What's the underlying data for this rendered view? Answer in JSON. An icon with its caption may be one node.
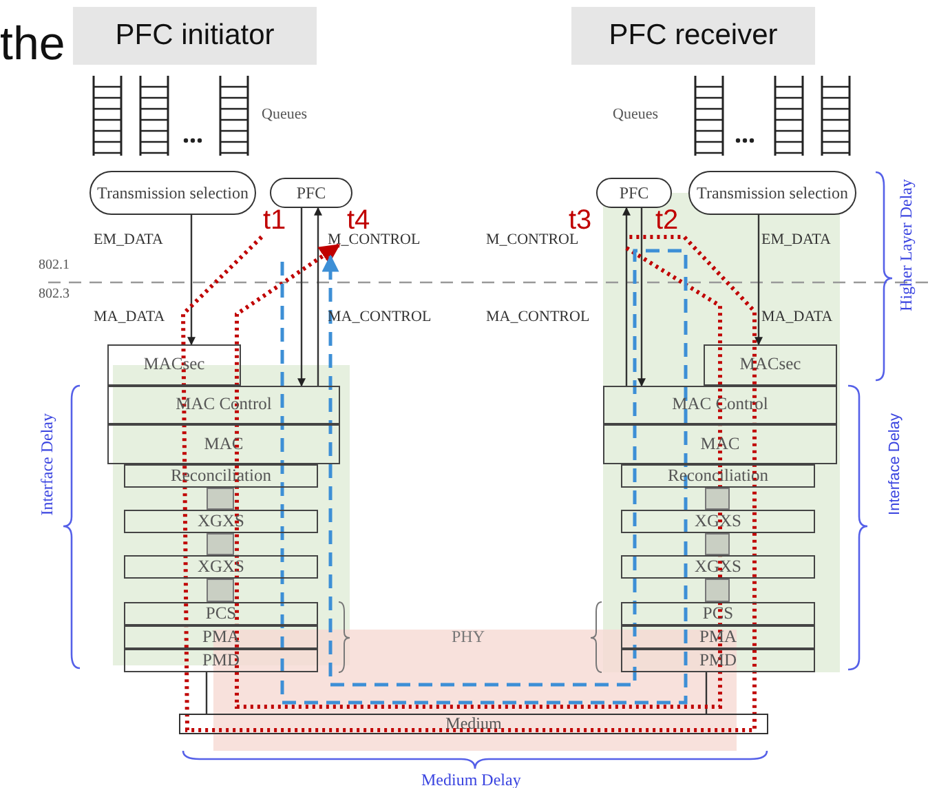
{
  "diagram": {
    "nodes": [
      {
        "text": [
          "PFC initiator"
        ]
      },
      {
        "text": [
          "PFC receiver"
        ]
      },
      {
        "text": [
          "Transmission selection"
        ]
      },
      {
        "text": [
          "PFC"
        ]
      },
      {
        "text": [
          "MACsec"
        ]
      },
      {
        "text": [
          "MAC Control"
        ]
      },
      {
        "text": [
          "MAC"
        ]
      },
      {
        "text": [
          "Reconciliation"
        ]
      },
      {
        "text": [
          "XGXS"
        ]
      },
      {
        "text": [
          "XGXS"
        ]
      },
      {
        "text": [
          "PCS"
        ]
      },
      {
        "text": [
          "PMA"
        ]
      },
      {
        "text": [
          "PMD"
        ]
      },
      {
        "text": [
          "PFC"
        ]
      },
      {
        "text": [
          "Transmission selection"
        ]
      },
      {
        "text": [
          "MACsec"
        ]
      },
      {
        "text": [
          "MAC Control"
        ]
      },
      {
        "text": [
          "MAC"
        ]
      },
      {
        "text": [
          "Reconciliation"
        ]
      },
      {
        "text": [
          "XGXS"
        ]
      },
      {
        "text": [
          "XGXS"
        ]
      },
      {
        "text": [
          "PCS"
        ]
      },
      {
        "text": [
          "PMA"
        ]
      },
      {
        "text": [
          "PMD"
        ]
      },
      {
        "text": [
          "Medium"
        ]
      },
      {
        "text": [],
        "shape": "bar"
      },
      {
        "text": [],
        "shape": "bar"
      },
      {
        "text": [],
        "shape": "bar"
      },
      {
        "text": [],
        "shape": "bar"
      },
      {
        "text": [],
        "shape": "bar"
      },
      {
        "text": [],
        "shape": "bar"
      }
    ],
    "edges": [
      {
        "from": 2,
        "to": 4,
        "arrow": "to"
      },
      {
        "from": 3,
        "to": 5,
        "arrow": "to"
      },
      {
        "from": 5,
        "to": 3,
        "arrow": "to"
      },
      {
        "from": 16,
        "to": 13,
        "arrow": "to"
      },
      {
        "from": 13,
        "to": 16,
        "arrow": "to"
      },
      {
        "from": 14,
        "to": 15,
        "arrow": "to"
      },
      {
        "from": 12,
        "to": 24,
        "arrow": "none"
      },
      {
        "from": 23,
        "to": 24,
        "arrow": "none"
      }
    ],
    "labels": [
      "the",
      "Queues",
      "Queues",
      "t1",
      "t4",
      "t3",
      "t2",
      "EM_DATA",
      "M_CONTROL",
      "M_CONTROL",
      "EM_DATA",
      "802.1",
      "802.3",
      "MA_DATA",
      "MA_CONTROL",
      "MA_CONTROL",
      "MA_DATA",
      "Higher Layer Delay",
      "Interface Delay",
      "Interface Delay",
      "PHY",
      "Medium Delay"
    ]
  }
}
